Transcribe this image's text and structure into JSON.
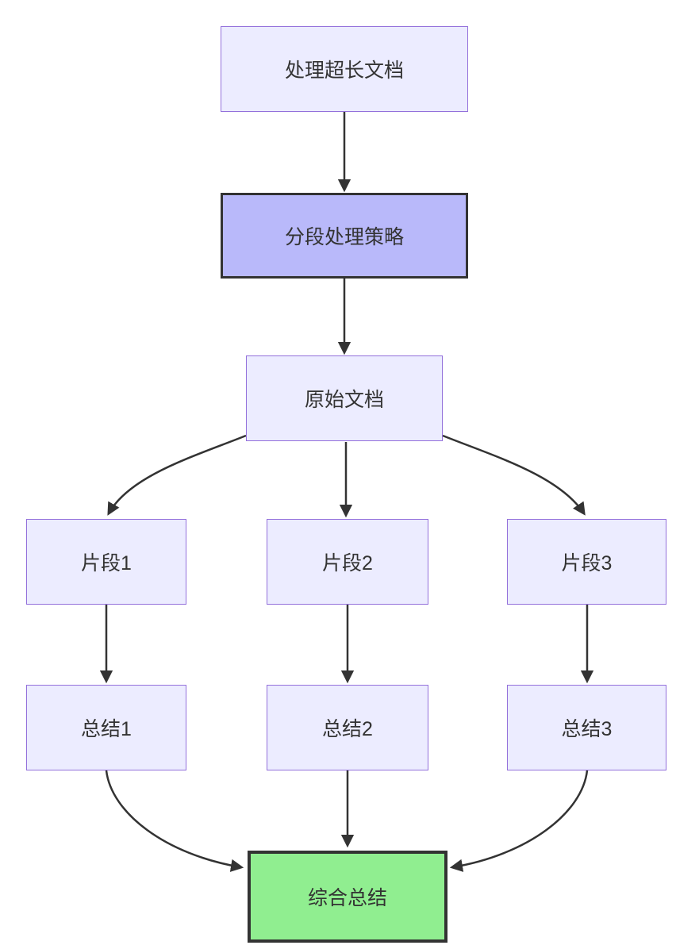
{
  "diagram": {
    "type": "flowchart",
    "direction": "top-down",
    "nodes": [
      {
        "id": "A",
        "label": "处理超长文档",
        "style": "default"
      },
      {
        "id": "B",
        "label": "分段处理策略",
        "style": "highlight"
      },
      {
        "id": "C",
        "label": "原始文档",
        "style": "default"
      },
      {
        "id": "D1",
        "label": "片段1",
        "style": "default"
      },
      {
        "id": "D2",
        "label": "片段2",
        "style": "default"
      },
      {
        "id": "D3",
        "label": "片段3",
        "style": "default"
      },
      {
        "id": "E1",
        "label": "总结1",
        "style": "default"
      },
      {
        "id": "E2",
        "label": "总结2",
        "style": "default"
      },
      {
        "id": "E3",
        "label": "总结3",
        "style": "default"
      },
      {
        "id": "F",
        "label": "综合总结",
        "style": "success"
      }
    ],
    "edges": [
      {
        "from": "处理超长文档",
        "to": "分段处理策略"
      },
      {
        "from": "分段处理策略",
        "to": "原始文档"
      },
      {
        "from": "原始文档",
        "to": "片段1"
      },
      {
        "from": "原始文档",
        "to": "片段2"
      },
      {
        "from": "原始文档",
        "to": "片段3"
      },
      {
        "from": "片段1",
        "to": "总结1"
      },
      {
        "from": "片段2",
        "to": "总结2"
      },
      {
        "from": "片段3",
        "to": "总结3"
      },
      {
        "from": "总结1",
        "to": "综合总结"
      },
      {
        "from": "总结2",
        "to": "综合总结"
      },
      {
        "from": "总结3",
        "to": "综合总结"
      }
    ],
    "colors": {
      "canvas_bg": "#ffffff",
      "node_fill": "#ececff",
      "node_border": "#9370db",
      "highlight_fill": "#b9b9fa",
      "success_fill": "#90ee90",
      "strong_border": "#333333",
      "edge": "#333333",
      "text": "#333333"
    }
  }
}
